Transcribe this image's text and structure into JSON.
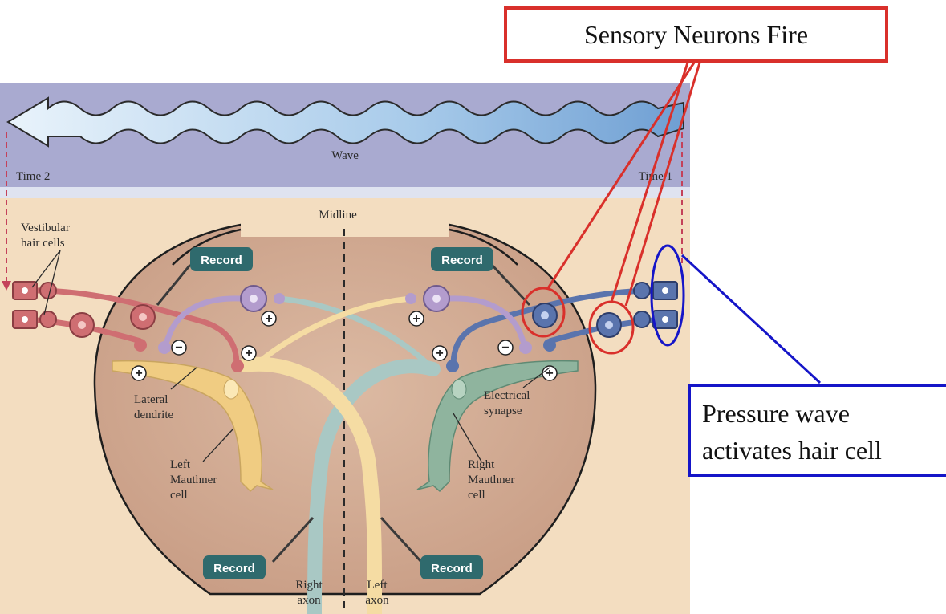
{
  "callouts": {
    "sensory_neurons": "Sensory Neurons Fire",
    "pressure_line1": "Pressure wave",
    "pressure_line2": "activates hair cell"
  },
  "labels": {
    "wave": "Wave",
    "time2": "Time 2",
    "time1": "Time 1",
    "midline": "Midline",
    "vestibular_1": "Vestibular",
    "vestibular_2": "hair cells",
    "lateral_1": "Lateral",
    "lateral_2": "dendrite",
    "left_m_1": "Left",
    "left_m_2": "Mauthner",
    "left_m_3": "cell",
    "right_m_1": "Right",
    "right_m_2": "Mauthner",
    "right_m_3": "cell",
    "electrical_1": "Electrical",
    "electrical_2": "synapse",
    "right_axon_1": "Right",
    "right_axon_2": "axon",
    "left_axon_1": "Left",
    "left_axon_2": "axon",
    "record": "Record",
    "plus": "+",
    "minus": "−"
  },
  "colors": {
    "sensory_callout": "#d9302b",
    "pressure_callout": "#1515c8",
    "left_sensory": "#cf6e72",
    "right_sensory": "#5a74ad",
    "inhibitory": "#b39ccd",
    "left_mauthner": "#f0cc82",
    "right_mauthner": "#8fb49e",
    "brain": "#d8b29a",
    "wave_band": "#a7a9cf",
    "record_box": "#2f6a6d"
  }
}
